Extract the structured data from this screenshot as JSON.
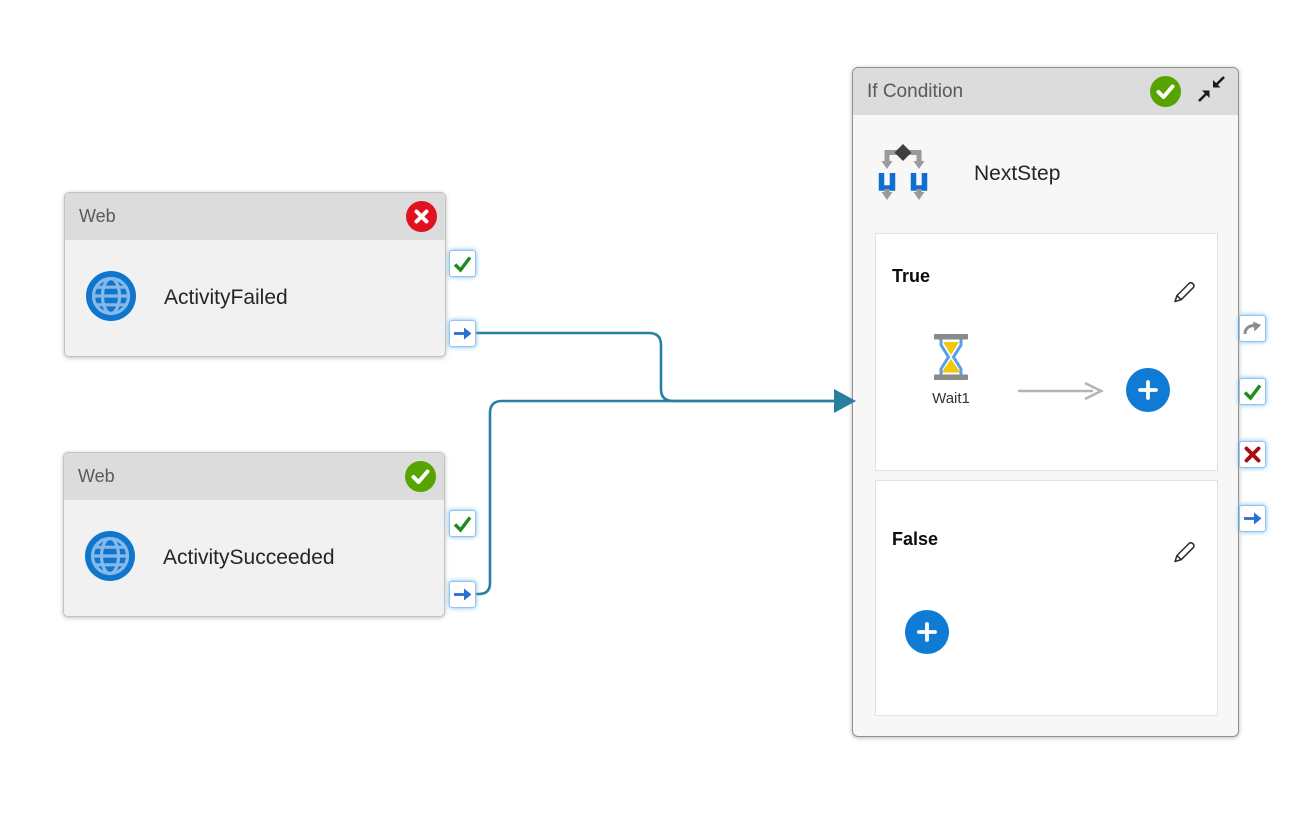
{
  "colors": {
    "connector_teal": "#27809f",
    "accent_blue": "#0f7bd4",
    "success_green": "#57a300",
    "error_red": "#e0121f",
    "port_success_green": "#1c8c1c",
    "port_failure_red": "#a50d12",
    "port_completion_blue": "#2970d6",
    "port_skipped_gray": "#8c8c8c",
    "globe_blue": "#1076cb",
    "node_header_gray": "#dcdcdc",
    "node_body_gray": "#f1f1f1"
  },
  "nodes": {
    "activity_failed": {
      "type_label": "Web",
      "name": "ActivityFailed",
      "status": "Failed"
    },
    "activity_succeeded": {
      "type_label": "Web",
      "name": "ActivitySucceeded",
      "status": "Succeeded"
    },
    "if_condition": {
      "type_label": "If Condition",
      "name": "NextStep",
      "status": "Succeeded",
      "true_branch": {
        "label": "True",
        "activity_name": "Wait1"
      },
      "false_branch": {
        "label": "False"
      }
    }
  }
}
